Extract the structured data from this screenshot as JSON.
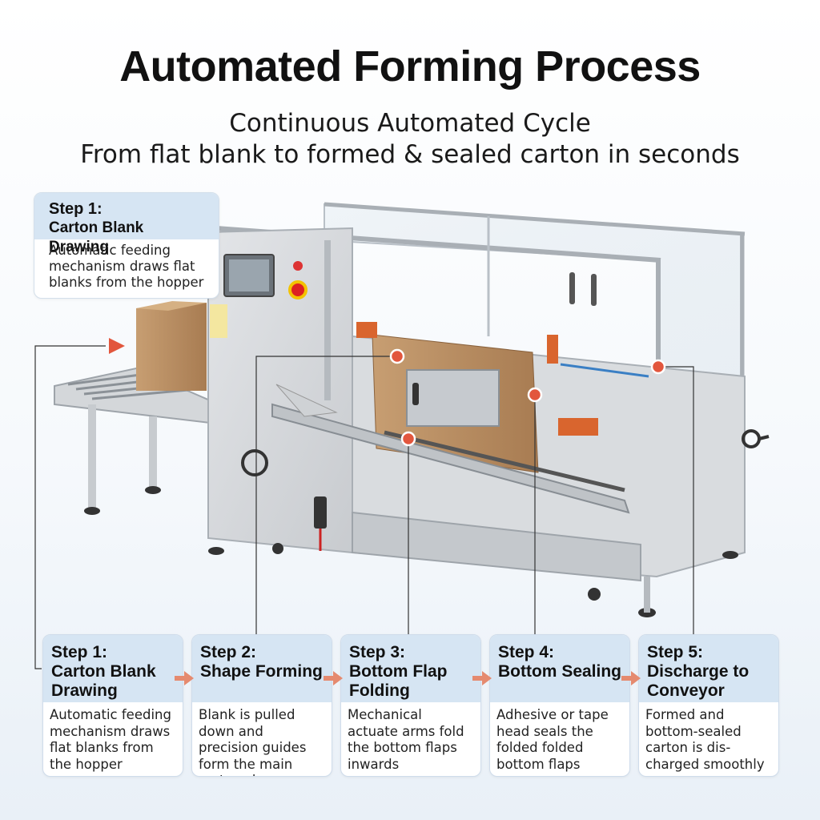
{
  "title": "Automated Forming Process",
  "subtitle_line1": "Continuous Automated Cycle",
  "subtitle_line2": "From flat blank to formed & sealed carton in seconds",
  "callout": {
    "step": "Step 1:",
    "name": "Carton Blank Drawing",
    "description": "Automatic feeding mechanism draws flat blanks from the hopper"
  },
  "steps": [
    {
      "step": "Step 1:",
      "name_line1": "Carton Blank",
      "name_line2": "Drawing",
      "description": "Automatic feeding mechanism draws flat blanks from the hopper"
    },
    {
      "step": "Step 2:",
      "name_line1": "Shape Forming",
      "name_line2": "",
      "description": "Blank is pulled down and precision guides form the main carton shape"
    },
    {
      "step": "Step 3:",
      "name_line1": "Bottom Flap",
      "name_line2": "Folding",
      "description": "Mechanical actuate arms fold the bottom flaps inwards"
    },
    {
      "step": "Step 4:",
      "name_line1": "Bottom Sealing",
      "name_line2": "",
      "description": "Adhesive or tape head seals the folded folded bottom flaps"
    },
    {
      "step": "Step 5:",
      "name_line1": "Discharge to",
      "name_line2": "Conveyor",
      "description": "Formed and bottom-sealed carton is dis-charged smoothly"
    }
  ],
  "colors": {
    "header_bg": "#d6e5f3",
    "accent_orange": "#e2563d",
    "arrow_orange": "#e58a6f",
    "machine_gray": "#d9dcdf"
  }
}
